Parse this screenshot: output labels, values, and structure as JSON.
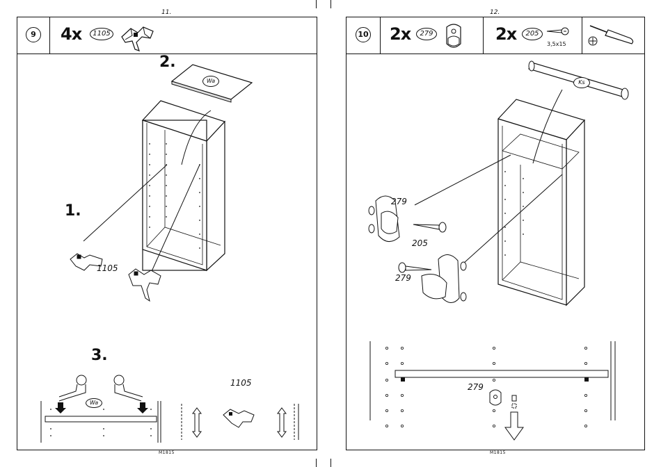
{
  "left": {
    "page_number": "11.",
    "step": "9",
    "qty": "4x",
    "part_code": "1105",
    "footer": "M1815",
    "labels": {
      "step1": "1.",
      "step2": "2.",
      "step3": "3.",
      "part_near_bracket": "1105",
      "part_bottom": "1105",
      "shelf_tag": "Wa",
      "shelf_tag_bottom": "Wa"
    }
  },
  "right": {
    "page_number": "12.",
    "step": "10",
    "qty1": "2x",
    "part1": "279",
    "qty2": "2x",
    "part2": "205",
    "screw_size": "3,5x15",
    "footer": "M1815",
    "labels": {
      "rod_tag": "Ks",
      "p279_top": "279",
      "p205": "205",
      "p279_bottom": "279",
      "p279_detail": "279"
    }
  },
  "icons": [
    "screwdriver-icon",
    "phillips-head-icon",
    "shelf-support-icon",
    "rod-holder-icon",
    "screw-icon"
  ]
}
